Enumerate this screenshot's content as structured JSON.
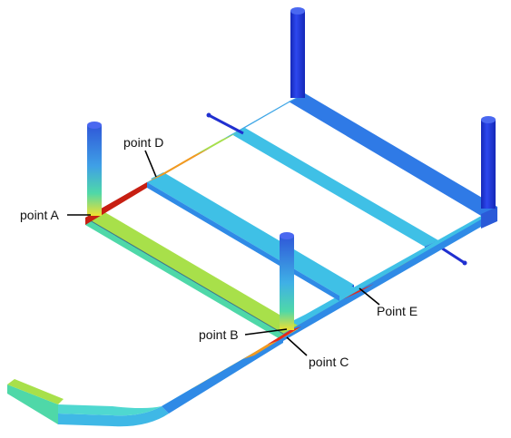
{
  "labels": {
    "point_a": "point A",
    "point_b": "point B",
    "point_c": "point C",
    "point_d": "point D",
    "point_e": "Point E"
  },
  "colormap": [
    "#1c2fd6",
    "#2f7ae6",
    "#3fc0e6",
    "#4fd8a8",
    "#a8e04a",
    "#f0e030",
    "#f39a20",
    "#e62a18"
  ]
}
